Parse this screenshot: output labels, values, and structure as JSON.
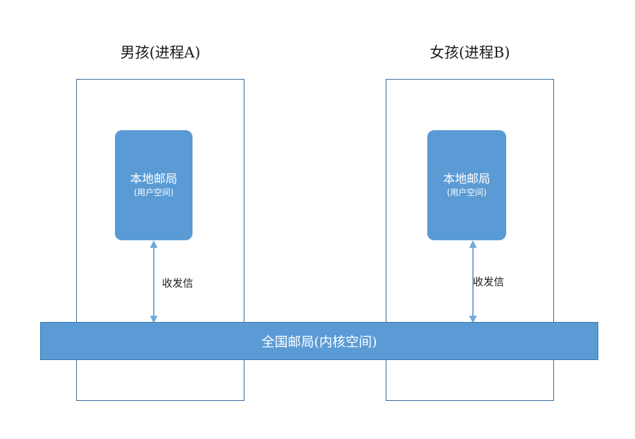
{
  "diagram": {
    "title_visible": false,
    "colors": {
      "accent_blue": "#5B9BD5",
      "outline_blue": "#35699A",
      "bar_border": "#3A76AB",
      "text_dark": "#1a1a1a",
      "text_light": "#ffffff",
      "background": "#ffffff"
    },
    "processes": [
      {
        "id": "a",
        "title": "男孩(进程A)",
        "local_office": {
          "name": "本地邮局",
          "subtitle": "(用户空间)"
        },
        "connector": {
          "label": "收发信",
          "icon": "double-headed-vertical-arrow"
        }
      },
      {
        "id": "b",
        "title": "女孩(进程B)",
        "local_office": {
          "name": "本地邮局",
          "subtitle": "(用户空间)"
        },
        "connector": {
          "label": "收发信",
          "icon": "double-headed-vertical-arrow"
        }
      }
    ],
    "kernel": {
      "label": "全国邮局(内核空间)"
    }
  }
}
